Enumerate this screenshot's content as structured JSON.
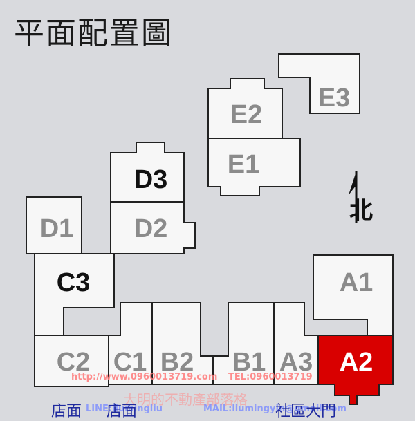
{
  "title": "平面配置圖",
  "north_label": "北",
  "units": {
    "E3": "E3",
    "E2": "E2",
    "E1": "E1",
    "D3": "D3",
    "D2": "D2",
    "D1": "D1",
    "C3": "C3",
    "C2": "C2",
    "C1": "C1",
    "B2": "B2",
    "B1": "B1",
    "A3": "A3",
    "A2": "A2",
    "A1": "A1"
  },
  "bottom_labels": {
    "shop_1": "店面",
    "shop_2": "店面",
    "community_gate": "社區大門"
  },
  "watermarks": {
    "website": "http://www.0960013719.com",
    "tel": "TEL:0960013719",
    "brand": "大明的不動產部落格",
    "line": "LINE:liumingliu",
    "mail": "MAIL:liumingyin@gmail.com"
  },
  "colors": {
    "background": "#d9dade",
    "unit_fill": "#f7f7f7",
    "highlight_fill": "#d90000",
    "highlight_unit": "A2"
  }
}
